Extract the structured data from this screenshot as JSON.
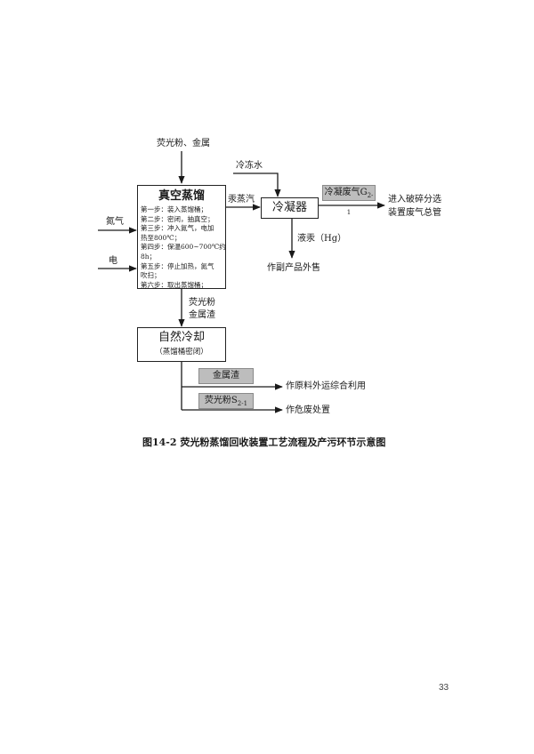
{
  "diagram": {
    "input_top": "荧光粉、金属",
    "distillation": {
      "title": "真空蒸馏",
      "steps": [
        "第一步：装入蒸馏桶；",
        "第二步：密闭，抽真空；",
        "第三步：冲入氮气，电加",
        "热至800℃；",
        "第四步：保温600~700℃约",
        "8h；",
        "第五步：停止加热，氮气",
        "吹扫；",
        "第六步：取出蒸馏桶；"
      ]
    },
    "input_nitrogen": "氮气",
    "input_power": "电",
    "mercury_vapor": "汞蒸汽",
    "cooling_water": "冷冻水",
    "condenser": "冷凝器",
    "waste_gas": {
      "text": "冷凝废气G",
      "sub": "2-1"
    },
    "exhaust_line1": "进入破碎分选",
    "exhaust_line2": "装置废气总管",
    "liquid_mercury": "液汞（Hg）",
    "mercury_sale": "作副产品外售",
    "residue_line1": "荧光粉",
    "residue_line2": "金属渣",
    "cooling": {
      "title": "自然冷却",
      "note": "（蒸馏桶密闭）"
    },
    "metal_slag": "金属渣",
    "metal_use": "作原料外运综合利用",
    "phosphor": {
      "text": "荧光粉S",
      "sub": "2-1"
    },
    "hazardous": "作危废处置"
  },
  "caption": "图14-2 荧光粉蒸馏回收装置工艺流程及产污环节示意图",
  "page_number": "33"
}
